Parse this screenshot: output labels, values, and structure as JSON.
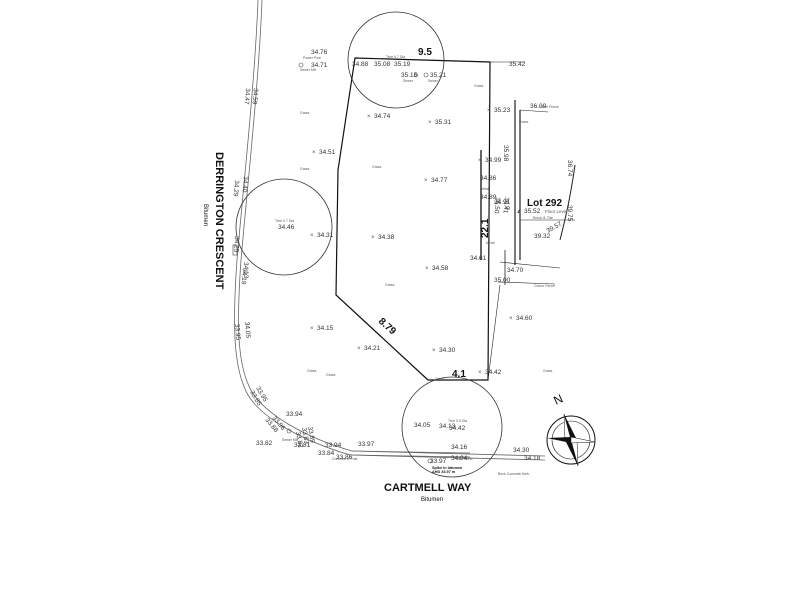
{
  "plan": {
    "lot_label": "Lot 292",
    "lot_sublabel": "Floor Level",
    "lot_material": "Brick & Tile",
    "lot_floor_level": "35.52",
    "roads": {
      "derrington": "DERRINGTON CRESCENT",
      "derrington_surface": "Bitumen",
      "cartmell": "CARTMELL WAY",
      "cartmell_surface": "Bitumen"
    },
    "spike": {
      "label": "Spike in bitumen",
      "datum": "AHD 33.97 m"
    },
    "boundaries": {
      "top": "9.5",
      "right": "22.1",
      "diag": "8.79",
      "bottom": "4.1"
    },
    "spot_levels": [
      {
        "label": "34.76"
      },
      {
        "label": "34.71"
      },
      {
        "label": "34.88"
      },
      {
        "label": "35.08"
      },
      {
        "label": "35.19"
      },
      {
        "label": "35.42"
      },
      {
        "label": "35.15"
      },
      {
        "label": "35.21"
      },
      {
        "label": "35.23"
      },
      {
        "label": "36.09"
      },
      {
        "label": "34.74"
      },
      {
        "label": "35.31"
      },
      {
        "label": "34.51"
      },
      {
        "label": "34.99"
      },
      {
        "label": "34.77"
      },
      {
        "label": "34.86"
      },
      {
        "label": "34.89"
      },
      {
        "label": "34.91"
      },
      {
        "label": "34.46"
      },
      {
        "label": "34.31"
      },
      {
        "label": "34.38"
      },
      {
        "label": "34.61"
      },
      {
        "label": "34.58"
      },
      {
        "label": "39.32"
      },
      {
        "label": "34.70"
      },
      {
        "label": "35.00"
      },
      {
        "label": "34.60"
      },
      {
        "label": "34.15"
      },
      {
        "label": "34.21"
      },
      {
        "label": "34.30"
      },
      {
        "label": "34.42"
      },
      {
        "label": "33.94"
      },
      {
        "label": "34.05"
      },
      {
        "label": "34.13"
      },
      {
        "label": "34.42"
      },
      {
        "label": "33.97"
      },
      {
        "label": "34.16"
      },
      {
        "label": "34.30"
      },
      {
        "label": "33.94"
      },
      {
        "label": "33.82"
      },
      {
        "label": "33.81"
      },
      {
        "label": "33.84"
      },
      {
        "label": "33.86"
      },
      {
        "label": "33.97"
      },
      {
        "label": "34.04"
      },
      {
        "label": "34.18"
      }
    ],
    "kerb_levels": [
      {
        "label": "34.59"
      },
      {
        "label": "34.47"
      },
      {
        "label": "34.40"
      },
      {
        "label": "34.29"
      },
      {
        "label": "34.25"
      },
      {
        "label": "34.13"
      },
      {
        "label": "34.19"
      },
      {
        "label": "34.05"
      },
      {
        "label": "33.95"
      },
      {
        "label": "33.95"
      },
      {
        "label": "33.85"
      },
      {
        "label": "33.96"
      },
      {
        "label": "33.88"
      },
      {
        "label": "33.89"
      },
      {
        "label": "33.83"
      },
      {
        "label": "33.82"
      },
      {
        "label": "36.50"
      },
      {
        "label": "36.41"
      },
      {
        "label": "35.98"
      },
      {
        "label": "36.74"
      },
      {
        "label": "39.75"
      },
      {
        "label": "39.57"
      }
    ],
    "trees": [
      {
        "label": "Tree 0.7 Dia"
      },
      {
        "label": "Tree 0.7 Dia"
      },
      {
        "label": "Tree 0.5 Dia"
      }
    ],
    "minor_notes": [
      {
        "label": "Power Pole"
      },
      {
        "label": "Sewer MH"
      },
      {
        "label": "Sewer"
      },
      {
        "label": "Sewer"
      },
      {
        "label": "Grass"
      },
      {
        "label": "Grass"
      },
      {
        "label": "Grass"
      },
      {
        "label": "Grass"
      },
      {
        "label": "Grass"
      },
      {
        "label": "Grass"
      },
      {
        "label": "Grass"
      },
      {
        "label": "Grass"
      },
      {
        "label": "Grass"
      },
      {
        "label": "Grass"
      },
      {
        "label": "Sewer MH"
      },
      {
        "label": "Concrete & Pole"
      },
      {
        "label": "Metal"
      },
      {
        "label": "Metal"
      },
      {
        "label": "Colour Fence"
      },
      {
        "label": "Telco Conc."
      },
      {
        "label": "Brick Concrete Kerb"
      },
      {
        "label": "Steel Fence"
      }
    ],
    "north": "N",
    "colors": {
      "line": "#222222",
      "kerb": "#555555",
      "dark": "#111111"
    }
  }
}
